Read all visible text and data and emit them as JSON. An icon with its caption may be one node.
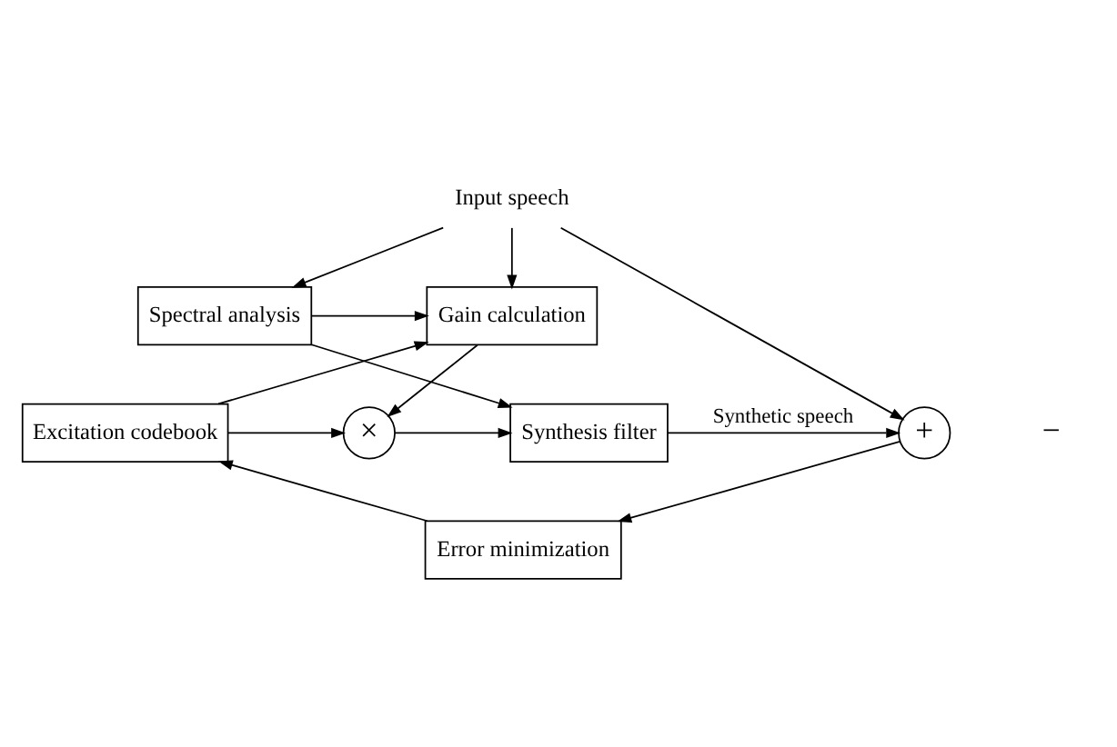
{
  "diagram": {
    "nodes": [
      {
        "text": [
          "Input speech"
        ]
      },
      {
        "text": [
          "Gain calculation"
        ]
      },
      {
        "text": [
          "Spectral analysis"
        ]
      },
      {
        "text": [
          "Excitation codebook"
        ]
      },
      {
        "text": [
          "×"
        ]
      },
      {
        "text": [
          "Synthesis filter"
        ]
      },
      {
        "text": [
          "+"
        ]
      },
      {
        "text": [
          "Error minimization"
        ]
      }
    ],
    "edges": [
      {
        "from": 0,
        "to": 1,
        "arrow": "to"
      },
      {
        "from": 0,
        "to": 2,
        "arrow": "to"
      },
      {
        "from": 0,
        "to": 6,
        "arrow": "to"
      },
      {
        "from": 2,
        "to": 1,
        "arrow": "to"
      },
      {
        "from": 1,
        "to": 4,
        "arrow": "to"
      },
      {
        "from": 2,
        "to": 5,
        "arrow": "to"
      },
      {
        "from": 3,
        "to": 4,
        "arrow": "to"
      },
      {
        "from": 3,
        "to": 1,
        "arrow": "to"
      },
      {
        "from": 4,
        "to": 5,
        "arrow": "to"
      },
      {
        "from": 5,
        "to": 6,
        "arrow": "to",
        "label": "Synthetic speech"
      },
      {
        "from": 6,
        "to": 7,
        "arrow": "to"
      },
      {
        "from": 7,
        "to": 3,
        "arrow": "to"
      }
    ],
    "labels": [
      "−"
    ]
  }
}
